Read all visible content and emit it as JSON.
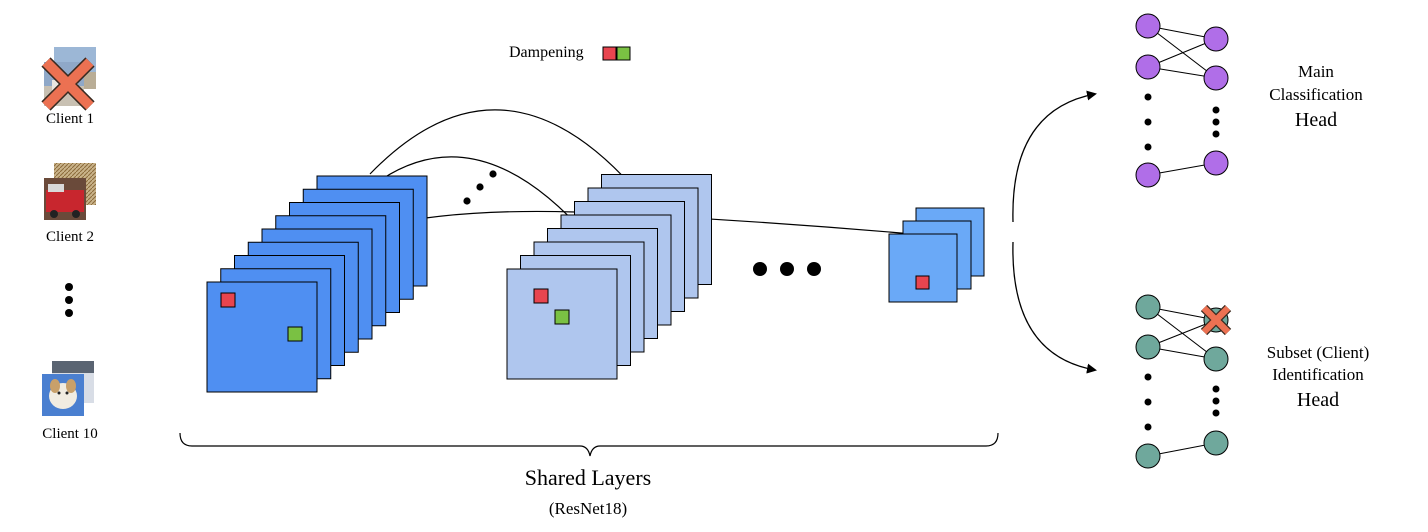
{
  "clients": [
    {
      "label": "Client 1",
      "status": "removed"
    },
    {
      "label": "Client 2",
      "status": "active"
    },
    {
      "label": "Client 10",
      "status": "active"
    }
  ],
  "dampening": {
    "label": "Dampening",
    "colors": {
      "red": "#e8454f",
      "green": "#7ac143"
    }
  },
  "shared_layers": {
    "title": "Shared Layers",
    "subtitle": "(ResNet18)"
  },
  "heads": {
    "main": {
      "line1": "Main",
      "line2": "Classification",
      "line3": "Head",
      "node_color": "#b06ee8"
    },
    "subset": {
      "line1": "Subset (Client)",
      "line2": "Identification",
      "line3": "Head",
      "node_color": "#6fa89c",
      "removed_node_marker": "x-icon"
    }
  },
  "colors": {
    "layer_dark": "#4f8ff2",
    "layer_light": "#afc6ee",
    "layer_small": "#6aa9f7",
    "x_mark": "#ec7152"
  }
}
